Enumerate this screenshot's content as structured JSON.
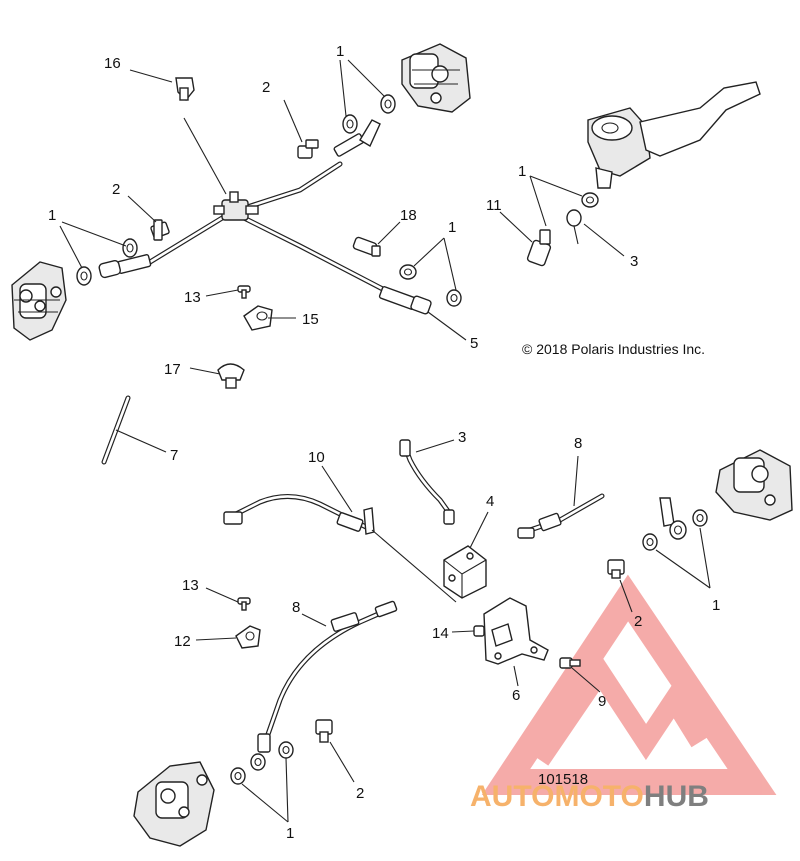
{
  "copyright": "© 2018 Polaris Industries Inc.",
  "diagram_number": "101518",
  "watermark": {
    "brand": "AUTOMOTOHUB",
    "part_auto": "AUTO",
    "part_moto": "MOTO",
    "part_hub": "HUB",
    "color_accent": "#f4a3a0",
    "color_text_orange": "#f6b26b",
    "color_text_gray": "#7f7f7f"
  },
  "callouts": {
    "c16": "16",
    "c2a": "2",
    "c1a": "1",
    "c2b": "2",
    "c1b": "1",
    "c18": "18",
    "c1c": "1",
    "c13a": "13",
    "c15": "15",
    "c5": "5",
    "c17": "17",
    "c7": "7",
    "c1d": "1",
    "c11": "11",
    "c3a": "3",
    "c10": "10",
    "c3b": "3",
    "c4": "4",
    "c8a": "8",
    "c1e": "1",
    "c2c": "2",
    "c13b": "13",
    "c12": "12",
    "c8b": "8",
    "c14": "14",
    "c6": "6",
    "c9": "9",
    "c2d": "2",
    "c1f": "1"
  }
}
